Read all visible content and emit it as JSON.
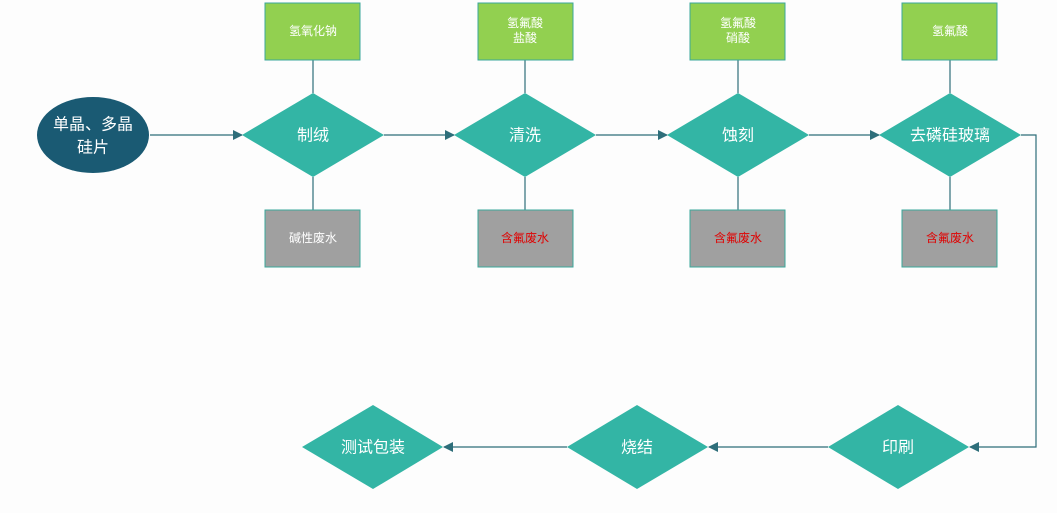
{
  "start": {
    "line1": "单晶、多晶",
    "line2": "硅片"
  },
  "steps": [
    {
      "label": "制绒",
      "input": [
        "氢氧化钠"
      ],
      "output": "碱性废水",
      "output_hazard": false
    },
    {
      "label": "清洗",
      "input": [
        "氢氟酸",
        "盐酸"
      ],
      "output": "含氟废水",
      "output_hazard": true
    },
    {
      "label": "蚀刻",
      "input": [
        "氢氟酸",
        "硝酸"
      ],
      "output": "含氟废水",
      "output_hazard": true
    },
    {
      "label": "去磷硅玻璃",
      "input": [
        "氢氟酸"
      ],
      "output": "含氟废水",
      "output_hazard": true
    }
  ],
  "bottom_steps": [
    "印刷",
    "烧结",
    "测试包装"
  ],
  "colors": {
    "start": "#1a5a73",
    "process": "#33b5a5",
    "input": "#92d050",
    "output": "#a0a0a0",
    "hazard_text": "#e00000"
  }
}
